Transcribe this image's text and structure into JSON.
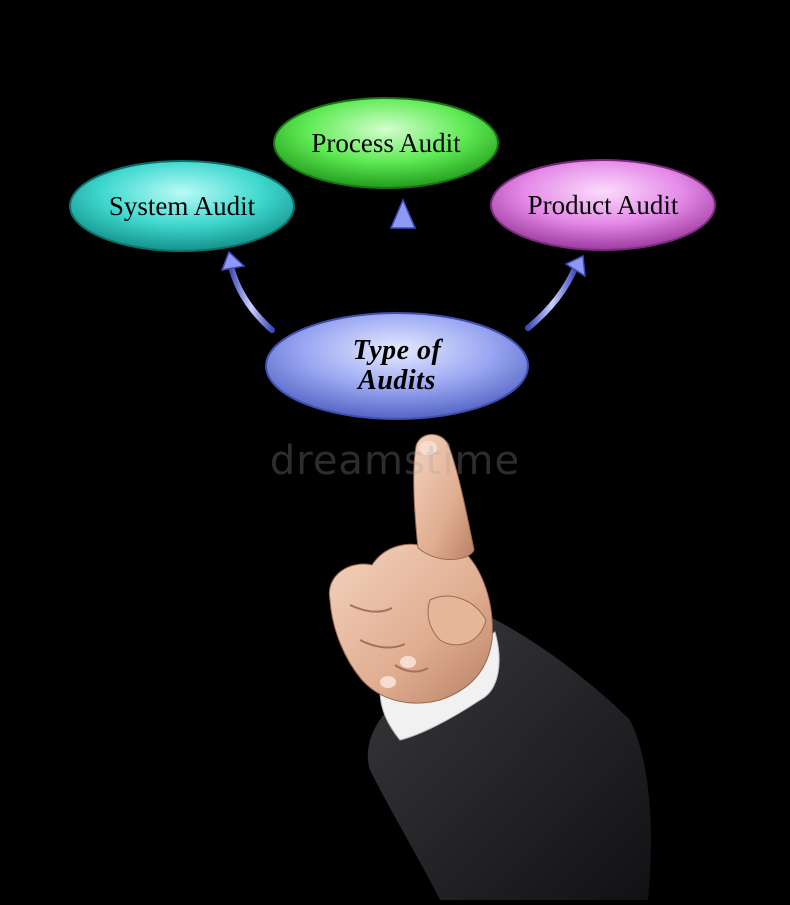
{
  "diagram": {
    "center": {
      "line1": "Type of",
      "line2": "Audits",
      "color": "#9aa7f2"
    },
    "nodes": {
      "system": {
        "label": "System Audit",
        "color": "#3fd8cf"
      },
      "process": {
        "label": "Process Audit",
        "color": "#5fea55"
      },
      "product": {
        "label": "Product Audit",
        "color": "#e489e7"
      }
    },
    "arrow_color": "#6f7ee8"
  },
  "watermark": {
    "text": "dreamstime"
  },
  "icons": {
    "hand": "pointing-hand-icon",
    "arrow": "up-arrow-icon"
  }
}
